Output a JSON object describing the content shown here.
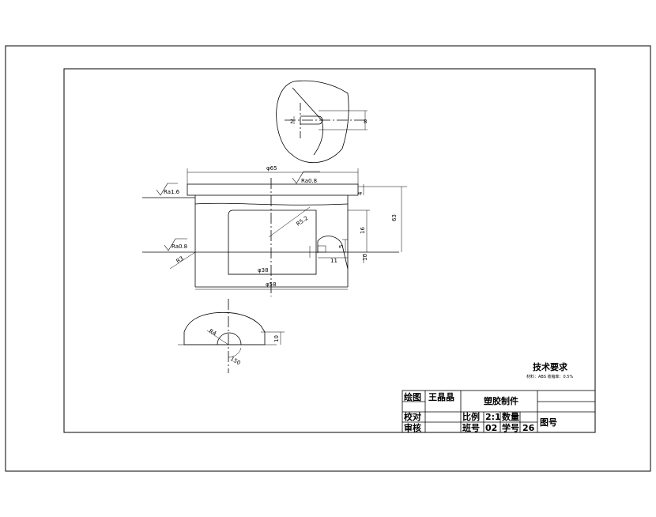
{
  "dimensions": {
    "top_width": "φ65",
    "bottom_width": "φ58",
    "inner_width": "φ38",
    "right_height": "63",
    "cap_thickness": "4",
    "inner_height": "16",
    "slot_depth": "5",
    "slot_length": "11",
    "step": "10",
    "radius_arc": "R5.2",
    "side_angle": "R3",
    "top_view_slot": "8",
    "top_view_small": "2",
    "bottom_radius": "R4",
    "bottom_height": "10",
    "bottom_angle": "150"
  },
  "roughness": {
    "left_top": "Ra1.6",
    "center_top": "Ra0.8",
    "left_mid": "Ra0.8"
  },
  "tech_notes": {
    "title": "技术要求",
    "text": "材料：ABS 收缩率：0.5%"
  },
  "title_block": {
    "drawn_label": "绘图",
    "drawn_name": "王晶晶",
    "part_name": "塑胶制件",
    "check_label": "校对",
    "review_label": "审核",
    "scale_label": "比例",
    "scale_value": "2:1",
    "qty_label": "数量",
    "drawing_no_label": "图号",
    "class_label": "班号",
    "class_value": "02",
    "student_label": "学号",
    "student_value": "26"
  }
}
